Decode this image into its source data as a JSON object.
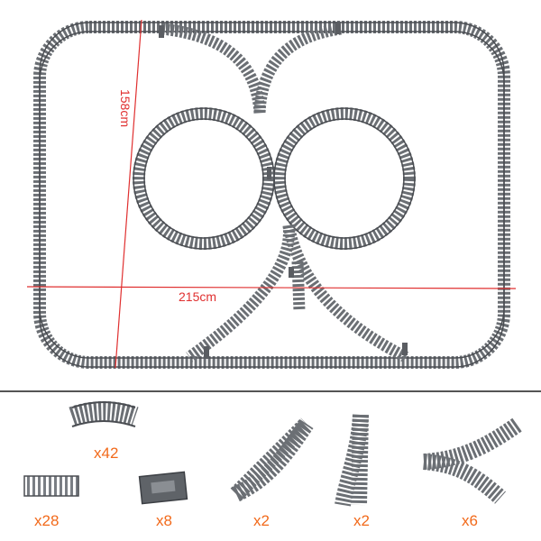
{
  "dimensions": {
    "height_label": "158cm",
    "width_label": "215cm"
  },
  "pieces": [
    {
      "name": "curved-track",
      "quantity": "x42"
    },
    {
      "name": "straight-track",
      "quantity": "x28"
    },
    {
      "name": "flexible-track",
      "quantity": "x8"
    },
    {
      "name": "left-switch",
      "quantity": "x2"
    },
    {
      "name": "right-switch",
      "quantity": "x2"
    },
    {
      "name": "crossing-switch",
      "quantity": "x6"
    }
  ],
  "colors": {
    "track": "#5f6368",
    "sleeper": "#777b80",
    "rail": "#4a4d52",
    "dimension": "#e03030",
    "quantity": "#f26a1b"
  }
}
